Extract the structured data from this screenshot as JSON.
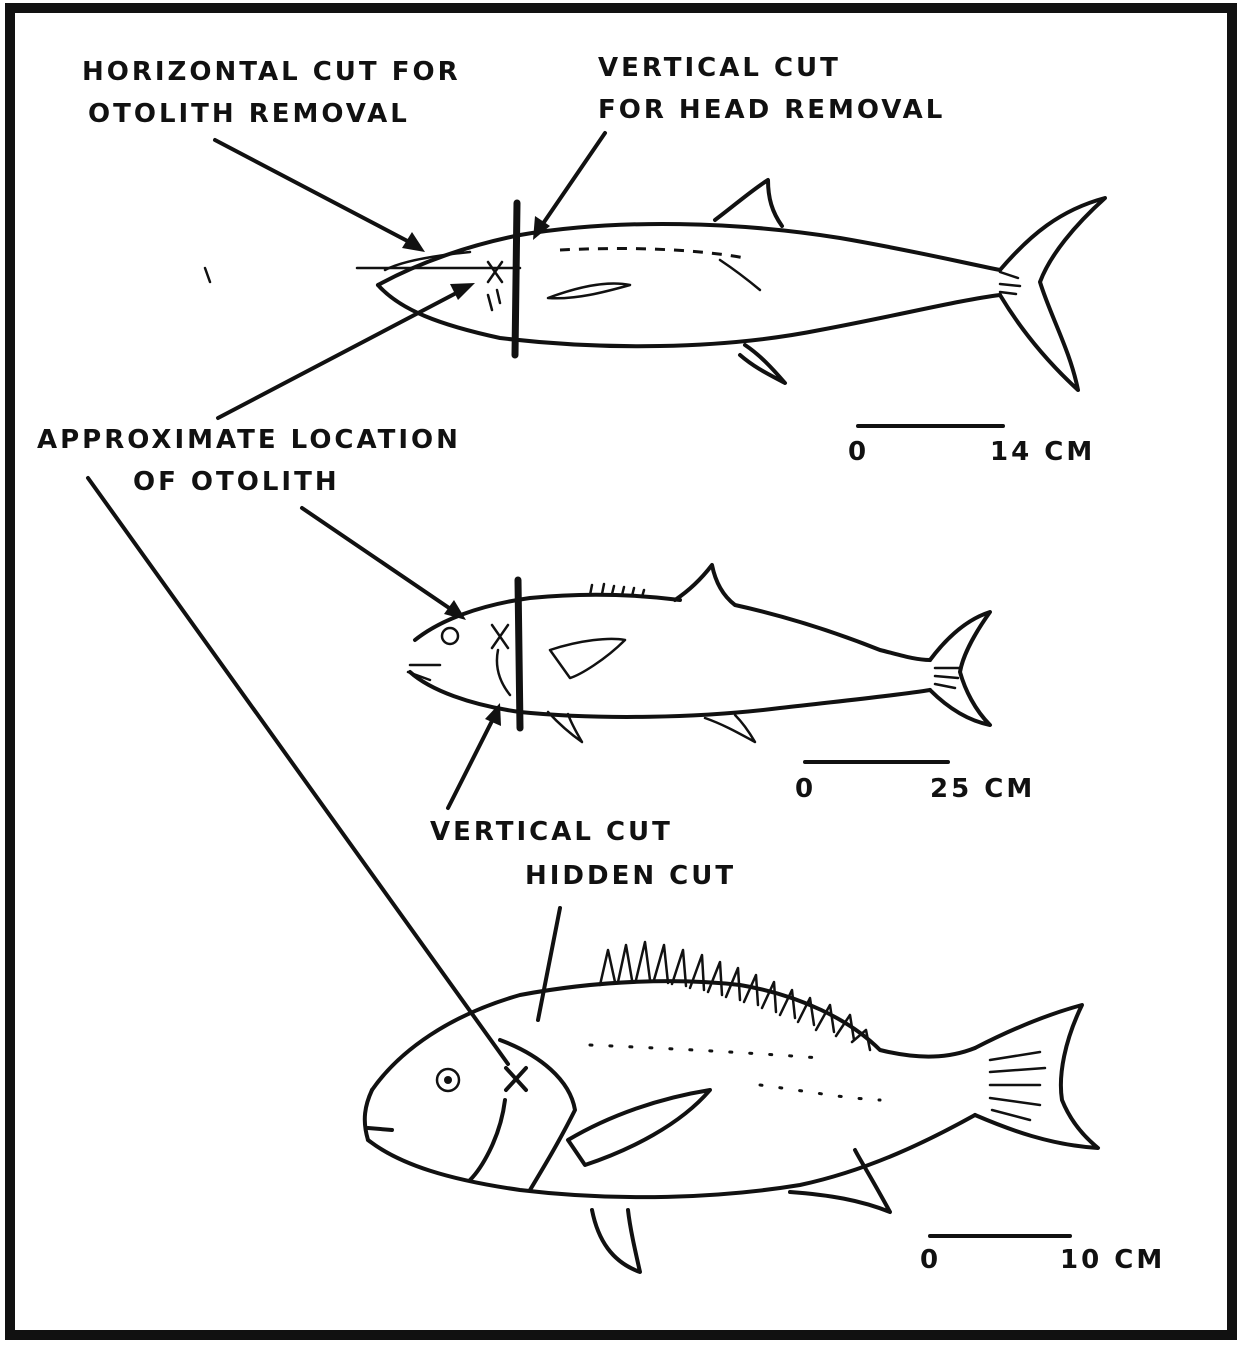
{
  "labels": {
    "horizontal_cut_line1": "HORIZONTAL CUT FOR",
    "horizontal_cut_line2": "OTOLITH REMOVAL",
    "vertical_cut_head_line1": "VERTICAL CUT",
    "vertical_cut_head_line2": "FOR HEAD REMOVAL",
    "otolith_location_line1": "APPROXIMATE LOCATION",
    "otolith_location_line2": "OF OTOLITH",
    "vertical_cut": "VERTICAL CUT",
    "hidden_cut": "HIDDEN CUT"
  },
  "scales": [
    {
      "start": "0",
      "end": "14 CM"
    },
    {
      "start": "0",
      "end": "25 CM"
    },
    {
      "start": "0",
      "end": "10 CM"
    }
  ],
  "icons": [
    "mackerel-fish-icon",
    "bluefish-icon",
    "snapper-fish-icon"
  ],
  "colors": {
    "ink": "#111111",
    "background": "#ffffff"
  }
}
